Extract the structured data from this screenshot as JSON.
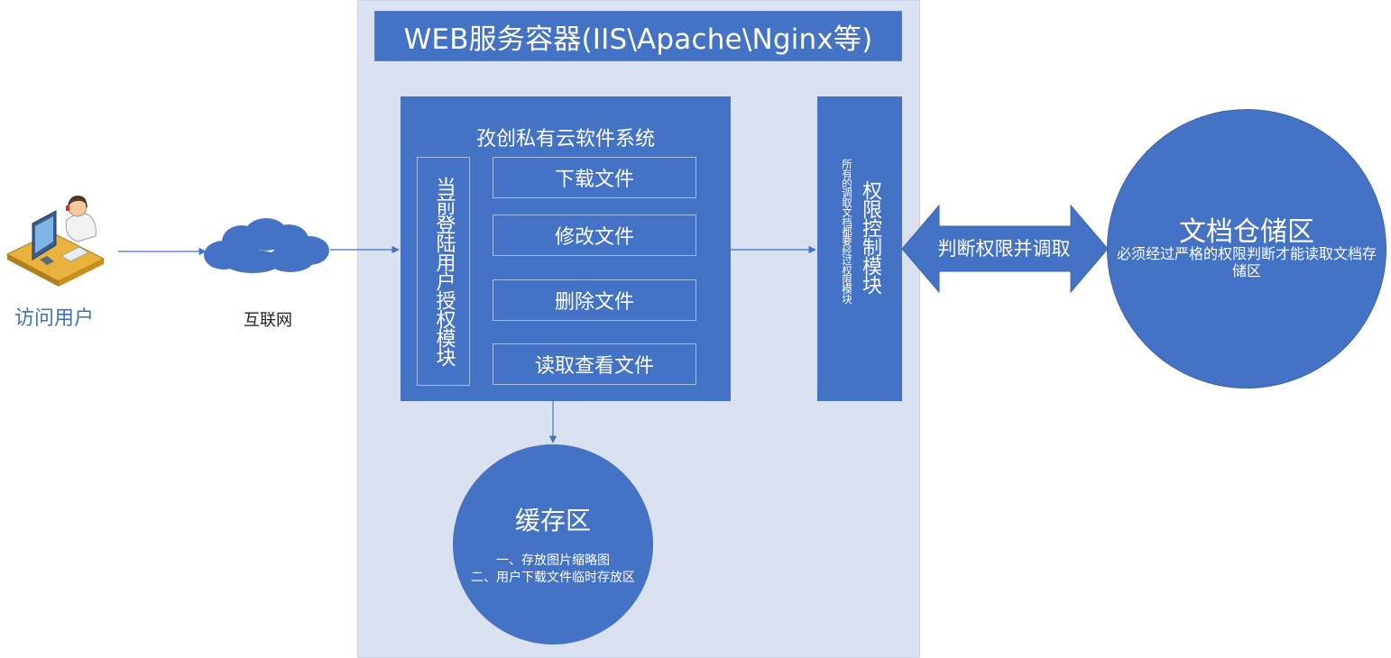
{
  "web_container": {
    "title": "WEB服务容器(IIS\\Apache\\Nginx等)"
  },
  "user": {
    "label": "访问用户"
  },
  "internet": {
    "label": "互联网"
  },
  "system": {
    "title": "孜创私有云软件系统",
    "auth_module": "当前登陆用户授权模块",
    "operations": [
      "下载文件",
      "修改文件",
      "删除文件",
      "读取查看文件"
    ]
  },
  "permission": {
    "title": "权限控制模块",
    "note": "所有的调取文档都要经过权限模块"
  },
  "double_arrow": {
    "label": "判断权限并调取"
  },
  "storage": {
    "title": "文档仓储区",
    "desc": "必须经过严格的权限判断才能读取文档存储区"
  },
  "cache": {
    "title": "缓存区",
    "lines": [
      "一、存放图片缩略图",
      "二、用户下载文件临时存放区"
    ]
  },
  "colors": {
    "primary": "#4472c4",
    "container_bg": "#dae2f2",
    "user_text": "#3f72b8"
  }
}
